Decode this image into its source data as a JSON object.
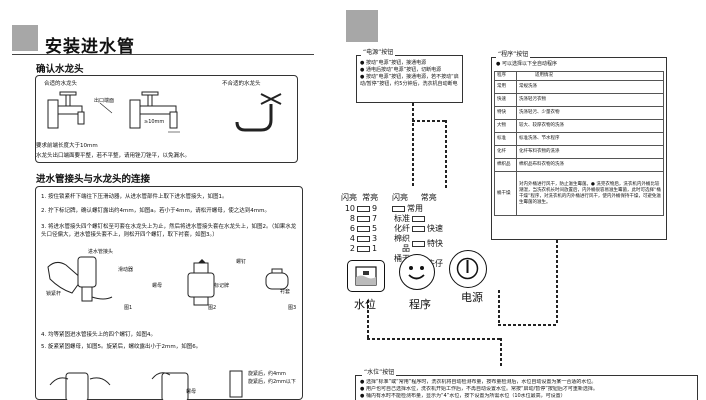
{
  "left": {
    "title": "安装进水管",
    "confirm_heading": "确认水龙头",
    "suitable_label": "合适的水龙头",
    "outlet_label": "出口端面",
    "size_label": "≥10mm",
    "unsuitable_label": "不合适的水龙头",
    "note_line1": "要求前端长度大于10mm",
    "note_line2": "水龙头出口端面要平整，若不平整，请用锉刀锉平，以免漏水。",
    "connect_heading": "进水管接头与水龙头的连接",
    "steps": [
      "1. 按住锁紧杆下端往下压滑动器，从进水管部件上取下进水管接头，如图1。",
      "2. 拧下标记牌，确认螺钉露出约4mm，如图a。若小于4mm，请松开螺母，使之达到4mm。",
      "3. 将进水管接头四个螺钉松至可套在水龙头上为止，然后将进水管接头套在水龙头上，如图2。（如果水龙头口径偏大，进水管接头套不上，则松开四个螺钉，取下衬套，如图3。）",
      "4. 均等紧固进水管接头上的四个螺钉，如图4。",
      "5. 旋紧紧固螺母，如图5。旋紧后，螺纹露出小于2mm，如图6。"
    ],
    "fig_labels": {
      "inlet_joint": "进水管接头",
      "lock_rod": "锁紧杆",
      "slider": "滑动器",
      "fig1": "图1",
      "screw": "螺钉",
      "nut": "螺母",
      "tag": "标记牌",
      "fig2": "图2",
      "sleeve": "衬套",
      "fig3": "图3",
      "after_tight_1": "旋紧后，约4mm",
      "after_tight_2": "旋紧后，约2mm以下",
      "nut2": "螺母"
    }
  },
  "right": {
    "power_box": {
      "title": "“电源”按钮",
      "lines": [
        "● 按动“电源”按钮，接通电源",
        "● 通电后按动“电源”按钮，切断电源",
        "● 按动“电源”按钮，接通电源，若不按动“启动/暂停”按钮，约5分钟后，洗衣机自动断电"
      ]
    },
    "program_box": {
      "title": "“程序”按钮",
      "intro": "● 可以选择以下全自动程序",
      "header": [
        "程序",
        "适用情况"
      ],
      "rows": [
        [
          "常用",
          "常规洗涤"
        ],
        [
          "快速",
          "洗涤轻污衣物"
        ],
        [
          "特快",
          "洗涤轻污、少量衣物"
        ],
        [
          "大物",
          "较大、较厚衣物的洗涤"
        ],
        [
          "标准",
          "标准洗涤、节水程序"
        ],
        [
          "化纤",
          "化纤布料衣物的洗涤"
        ],
        [
          "棉织品",
          "棉织品布料衣物的洗涤"
        ],
        [
          "桶干燥",
          "对内外桶进行风干，防止滋生霉菌。● 洗完衣物后，洗衣机内外桶比较潮湿，当洗衣机长时间放置后，内外桶很容易滋生霉菌，此时可选择“桶干燥”程序，对洗衣机的内外桶进行风干，使内外桶保持干燥，可避免滋生霉菌的滋生。"
        ]
      ]
    },
    "panel": {
      "col_head_left": [
        "闪亮",
        "常亮"
      ],
      "col_head_right": [
        "闪亮",
        "常亮"
      ],
      "levels": [
        "10",
        "8",
        "6",
        "4",
        "2"
      ],
      "levels_lit": [
        "9",
        "7",
        "5",
        "3",
        "1"
      ],
      "programs": [
        "标准",
        "化纤",
        "棉织品",
        "桶干燥"
      ],
      "programs_lit": [
        "常用",
        "快速",
        "特快",
        "牛仔"
      ],
      "btn_water": "水位",
      "btn_program": "程序",
      "btn_power": "电源"
    },
    "water_box": {
      "title": "“水位”按钮",
      "lines": [
        "● 选择“标准”或“常用”程序时，洗衣机将自动检测布量，按布量检测后，水位自动设置为某一合适的水位。",
        "● 用户也可自己选择水位，洗衣机开始工作后，不再自动设置水位。常按“启动/暂停”按钮后才可重新选择。",
        "● 桶内有水时不能检测布量，显示为“4”水位，按下设置为所需水位（10水位最高，可设置）"
      ]
    }
  }
}
